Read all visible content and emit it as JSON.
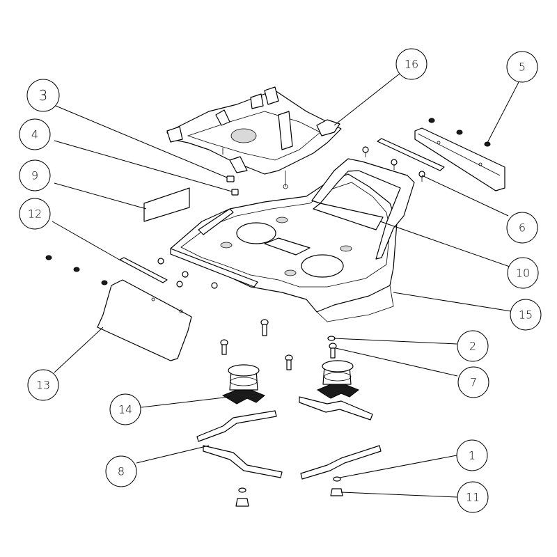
{
  "callouts": [
    {
      "id": "1",
      "label": "1"
    },
    {
      "id": "2",
      "label": "2"
    },
    {
      "id": "3",
      "label": "3"
    },
    {
      "id": "4",
      "label": "4"
    },
    {
      "id": "5",
      "label": "5"
    },
    {
      "id": "6",
      "label": "6"
    },
    {
      "id": "7",
      "label": "7"
    },
    {
      "id": "8",
      "label": "8"
    },
    {
      "id": "9",
      "label": "9"
    },
    {
      "id": "10",
      "label": "10"
    },
    {
      "id": "11",
      "label": "11"
    },
    {
      "id": "12",
      "label": "12"
    },
    {
      "id": "13",
      "label": "13"
    },
    {
      "id": "14",
      "label": "14"
    },
    {
      "id": "15",
      "label": "15"
    },
    {
      "id": "16",
      "label": "16"
    }
  ],
  "colors": {
    "line": "#000000",
    "background": "#ffffff",
    "shade": "#d9d9d9"
  }
}
